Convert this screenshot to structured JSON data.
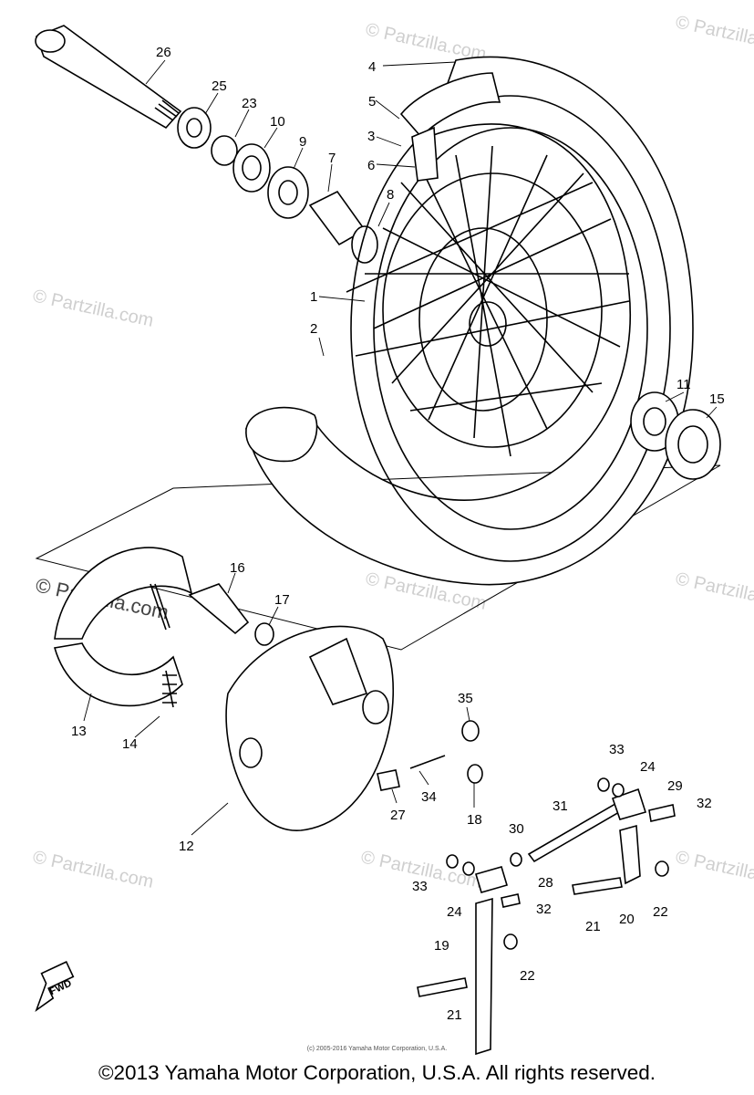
{
  "watermark": {
    "copyright_symbol": "©",
    "text": "Partzilla.com",
    "color": "#cfcfcf"
  },
  "fwd_label": "FWD",
  "callouts": [
    {
      "id": "c26",
      "text": "26"
    },
    {
      "id": "c25",
      "text": "25"
    },
    {
      "id": "c23",
      "text": "23"
    },
    {
      "id": "c10",
      "text": "10"
    },
    {
      "id": "c9",
      "text": "9"
    },
    {
      "id": "c7",
      "text": "7"
    },
    {
      "id": "c8",
      "text": "8"
    },
    {
      "id": "c4",
      "text": "4"
    },
    {
      "id": "c5",
      "text": "5"
    },
    {
      "id": "c3",
      "text": "3"
    },
    {
      "id": "c6",
      "text": "6"
    },
    {
      "id": "c1",
      "text": "1"
    },
    {
      "id": "c2",
      "text": "2"
    },
    {
      "id": "c11",
      "text": "11"
    },
    {
      "id": "c15",
      "text": "15"
    },
    {
      "id": "c16",
      "text": "16"
    },
    {
      "id": "c17",
      "text": "17"
    },
    {
      "id": "c13",
      "text": "13"
    },
    {
      "id": "c14",
      "text": "14"
    },
    {
      "id": "c12",
      "text": "12"
    },
    {
      "id": "c35",
      "text": "35"
    },
    {
      "id": "c34",
      "text": "34"
    },
    {
      "id": "c27",
      "text": "27"
    },
    {
      "id": "c18",
      "text": "18"
    },
    {
      "id": "c33a",
      "text": "33"
    },
    {
      "id": "c24a",
      "text": "24"
    },
    {
      "id": "c29",
      "text": "29"
    },
    {
      "id": "c31",
      "text": "31"
    },
    {
      "id": "c32a",
      "text": "32"
    },
    {
      "id": "c30",
      "text": "30"
    },
    {
      "id": "c33b",
      "text": "33"
    },
    {
      "id": "c28",
      "text": "28"
    },
    {
      "id": "c24b",
      "text": "24"
    },
    {
      "id": "c32b",
      "text": "32"
    },
    {
      "id": "c21a",
      "text": "21"
    },
    {
      "id": "c20",
      "text": "20"
    },
    {
      "id": "c22a",
      "text": "22"
    },
    {
      "id": "c19",
      "text": "19"
    },
    {
      "id": "c22b",
      "text": "22"
    },
    {
      "id": "c21b",
      "text": "21"
    }
  ],
  "footer": {
    "small": "(c) 2005-2016 Yamaha Motor Corporation, U.S.A.",
    "copyright": "©2013 Yamaha Motor Corporation, U.S.A. All rights reserved."
  }
}
